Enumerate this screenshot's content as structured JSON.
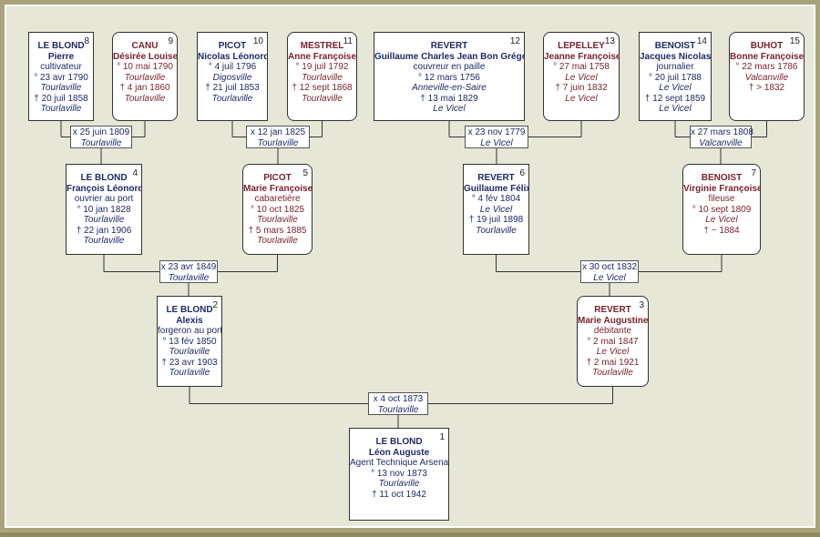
{
  "people": [
    {
      "num": "8",
      "surname": "LE BLOND",
      "given": "Pierre",
      "occupation": "cultivateur",
      "birth": "° 23 avr 1790",
      "birth_place": "Tourlaville",
      "death": "† 20 juil 1858",
      "death_place": "Tourlaville",
      "sex": "m"
    },
    {
      "num": "9",
      "surname": "CANU",
      "given": "Désirée Louise",
      "occupation": "",
      "birth": "° 10 mai 1790",
      "birth_place": "Tourlaville",
      "death": "† 4 jan 1860",
      "death_place": "Tourlaville",
      "sex": "f"
    },
    {
      "num": "10",
      "surname": "PICOT",
      "given": "Nicolas Léonord",
      "occupation": "",
      "birth": "° 4 juil 1796",
      "birth_place": "Digosville",
      "death": "† 21 juil 1853",
      "death_place": "Tourlaville",
      "sex": "m"
    },
    {
      "num": "11",
      "surname": "MESTREL",
      "given": "Anne Françoise",
      "occupation": "",
      "birth": "° 19 juil 1792",
      "birth_place": "Tourlaville",
      "death": "† 12 sept 1868",
      "death_place": "Tourlaville",
      "sex": "f"
    },
    {
      "num": "12",
      "surname": "REVERT",
      "given": "Guillaume Charles Jean Bon Grégoire",
      "occupation": "couvreur en paille",
      "birth": "° 12 mars 1756",
      "birth_place": "Anneville-en-Saire",
      "death": "† 13 mai 1829",
      "death_place": "Le Vicel",
      "sex": "m"
    },
    {
      "num": "13",
      "surname": "LEPELLEY",
      "given": "Jeanne Françoise",
      "occupation": "",
      "birth": "° 27 mai 1758",
      "birth_place": "Le Vicel",
      "death": "† 7 juin 1832",
      "death_place": "Le Vicel",
      "sex": "f"
    },
    {
      "num": "14",
      "surname": "BENOIST",
      "given": "Jacques Nicolas",
      "occupation": "journalier",
      "birth": "° 20 juil 1788",
      "birth_place": "Le Vicel",
      "death": "† 12 sept 1859",
      "death_place": "Le Vicel",
      "sex": "m"
    },
    {
      "num": "15",
      "surname": "BUHOT",
      "given": "Bonne Françoise",
      "occupation": "",
      "birth": "° 22 mars 1786",
      "birth_place": "Valcanville",
      "death": "† > 1832",
      "death_place": "",
      "sex": "f"
    },
    {
      "num": "4",
      "surname": "LE BLOND",
      "given": "François Léonord",
      "occupation": "ouvrier au port",
      "birth": "° 10 jan 1828",
      "birth_place": "Tourlaville",
      "death": "† 22 jan 1906",
      "death_place": "Tourlaville",
      "sex": "m"
    },
    {
      "num": "5",
      "surname": "PICOT",
      "given": "Marie Françoise",
      "occupation": "cabaretière",
      "birth": "° 10 oct 1825",
      "birth_place": "Tourlaville",
      "death": "† 5 mars 1885",
      "death_place": "Tourlaville",
      "sex": "f"
    },
    {
      "num": "6",
      "surname": "REVERT",
      "given": "Guillaume Félix",
      "occupation": "",
      "birth": "° 4 fév 1804",
      "birth_place": "Le Vicel",
      "death": "† 19 juil 1898",
      "death_place": "Tourlaville",
      "sex": "m"
    },
    {
      "num": "7",
      "surname": "BENOIST",
      "given": "Virginie Françoise",
      "occupation": "fileuse",
      "birth": "° 10 sept 1809",
      "birth_place": "Le Vicel",
      "death": "† ~ 1884",
      "death_place": "",
      "sex": "f"
    },
    {
      "num": "2",
      "surname": "LE BLOND",
      "given": "Alexis",
      "occupation": "forgeron au port",
      "birth": "° 13 fév 1850",
      "birth_place": "Tourlaville",
      "death": "† 23 avr 1903",
      "death_place": "Tourlaville",
      "sex": "m"
    },
    {
      "num": "3",
      "surname": "REVERT",
      "given": "Marie Augustine",
      "occupation": "débitante",
      "birth": "° 2 mai 1847",
      "birth_place": "Le Vicel",
      "death": "† 2 mai 1921",
      "death_place": "Tourlaville",
      "sex": "f"
    },
    {
      "num": "1",
      "surname": "LE BLOND",
      "given": "Léon Auguste",
      "occupation": "Agent Technique Arsenal",
      "birth": "° 13 nov 1873",
      "birth_place": "Tourlaville",
      "death": "† 11 oct 1942",
      "death_place": "",
      "sex": "m"
    }
  ],
  "marriages": [
    {
      "date": "x 25 juin 1809",
      "place": "Tourlaville"
    },
    {
      "date": "x 12 jan 1825",
      "place": "Tourlaville"
    },
    {
      "date": "x 23 nov 1779",
      "place": "Le Vicel"
    },
    {
      "date": "x 27 mars 1808",
      "place": "Valcanville"
    },
    {
      "date": "x 23 avr 1849",
      "place": "Tourlaville"
    },
    {
      "date": "x 30 oct 1832",
      "place": "Le Vicel"
    },
    {
      "date": "x 4 oct 1873",
      "place": "Tourlaville"
    }
  ]
}
